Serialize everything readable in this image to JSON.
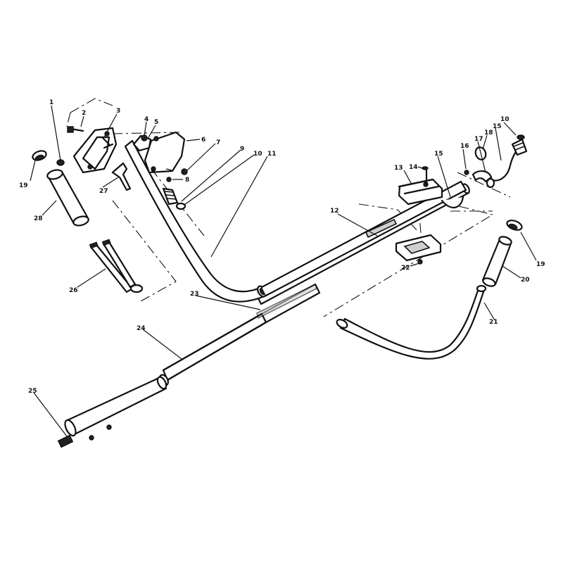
{
  "callouts": [
    "1",
    "2",
    "3",
    "4",
    "5",
    "6",
    "7",
    "8",
    "9",
    "10",
    "11",
    "12",
    "13",
    "14",
    "15",
    "16",
    "17",
    "18",
    "19",
    "20",
    "21",
    "22",
    "23",
    "24",
    "25",
    "26",
    "27",
    "28"
  ],
  "colors": {
    "line": "#111111",
    "paper": "#ffffff",
    "shade": "#cfcfcf"
  }
}
